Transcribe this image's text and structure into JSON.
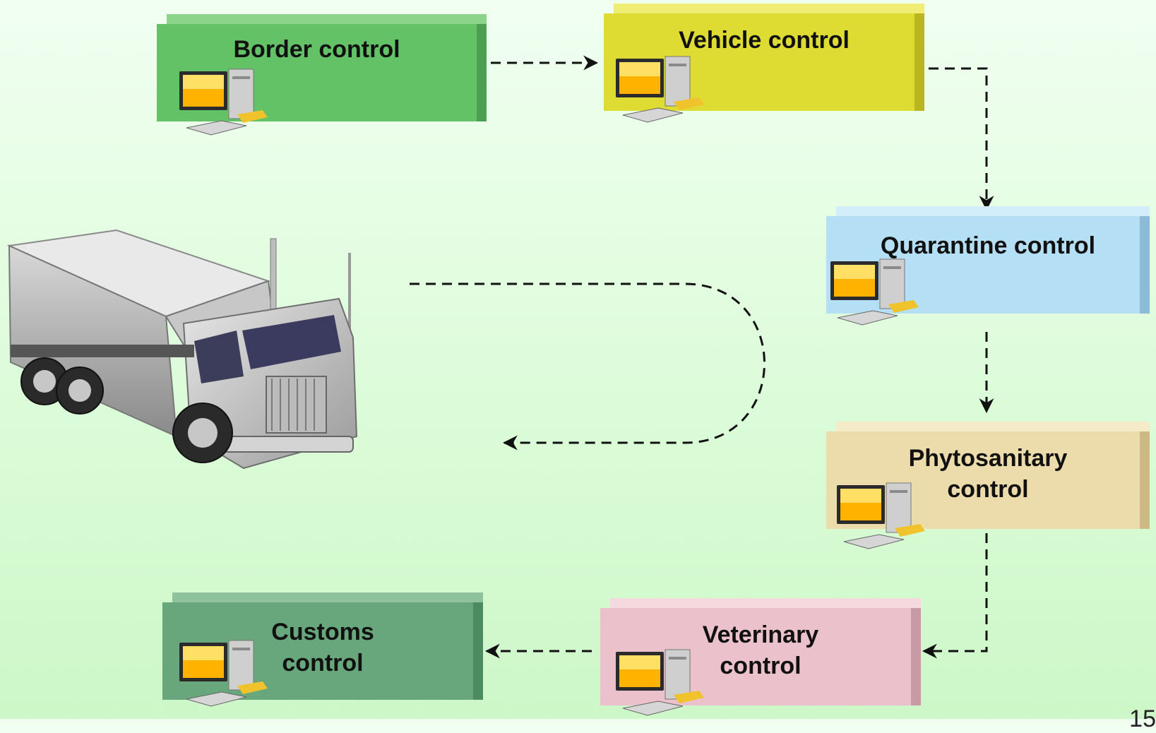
{
  "nodes": {
    "border": {
      "label": "Border control",
      "color": "#64c266",
      "dark": "#4c9e50",
      "light": "#8bd58b"
    },
    "vehicle": {
      "label": "Vehicle control",
      "color": "#dedb32",
      "dark": "#b9b620",
      "light": "#efed74"
    },
    "quarantine": {
      "label": "Quarantine control",
      "color": "#b5dff4",
      "dark": "#8bbbd6",
      "light": "#d3edfb"
    },
    "phyto": {
      "label": "Phytosanitary control",
      "color": "#eddcab",
      "dark": "#cdb984",
      "light": "#f6ebc9"
    },
    "veterinary": {
      "label": "Veterinary control",
      "color": "#ebc1cb",
      "dark": "#c999a6",
      "light": "#f4d9df"
    },
    "customs": {
      "label": "Customs control",
      "color": "#68a77b",
      "dark": "#4e8a5f",
      "light": "#8ec29c"
    }
  },
  "footer": {
    "page_number": "15"
  }
}
